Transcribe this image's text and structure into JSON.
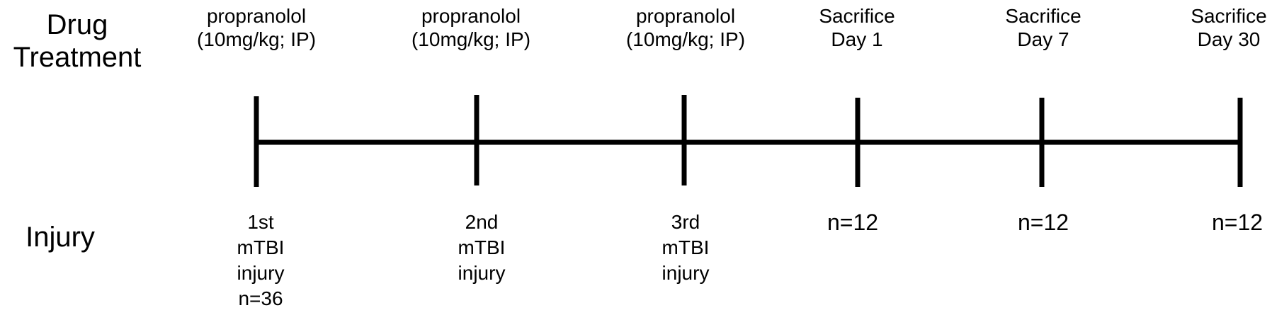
{
  "row_labels": {
    "drug": [
      "Drug",
      "Treatment"
    ],
    "injury": "Injury"
  },
  "events": [
    {
      "top": [
        "propranolol",
        "(10mg/kg; IP)"
      ],
      "bottom": [
        "1st",
        "mTBI",
        "injury",
        "n=36"
      ]
    },
    {
      "top": [
        "propranolol",
        "(10mg/kg; IP)"
      ],
      "bottom": [
        "2nd",
        "mTBI",
        "injury"
      ]
    },
    {
      "top": [
        "propranolol",
        "(10mg/kg; IP)"
      ],
      "bottom": [
        "3rd",
        "mTBI",
        "injury"
      ]
    },
    {
      "top": [
        "Sacrifice",
        "Day 1"
      ],
      "bottom": [
        "n=12"
      ]
    },
    {
      "top": [
        "Sacrifice",
        "Day 7"
      ],
      "bottom": [
        "n=12"
      ]
    },
    {
      "top": [
        "Sacrifice",
        "Day 30"
      ],
      "bottom": [
        "n=12"
      ]
    }
  ]
}
